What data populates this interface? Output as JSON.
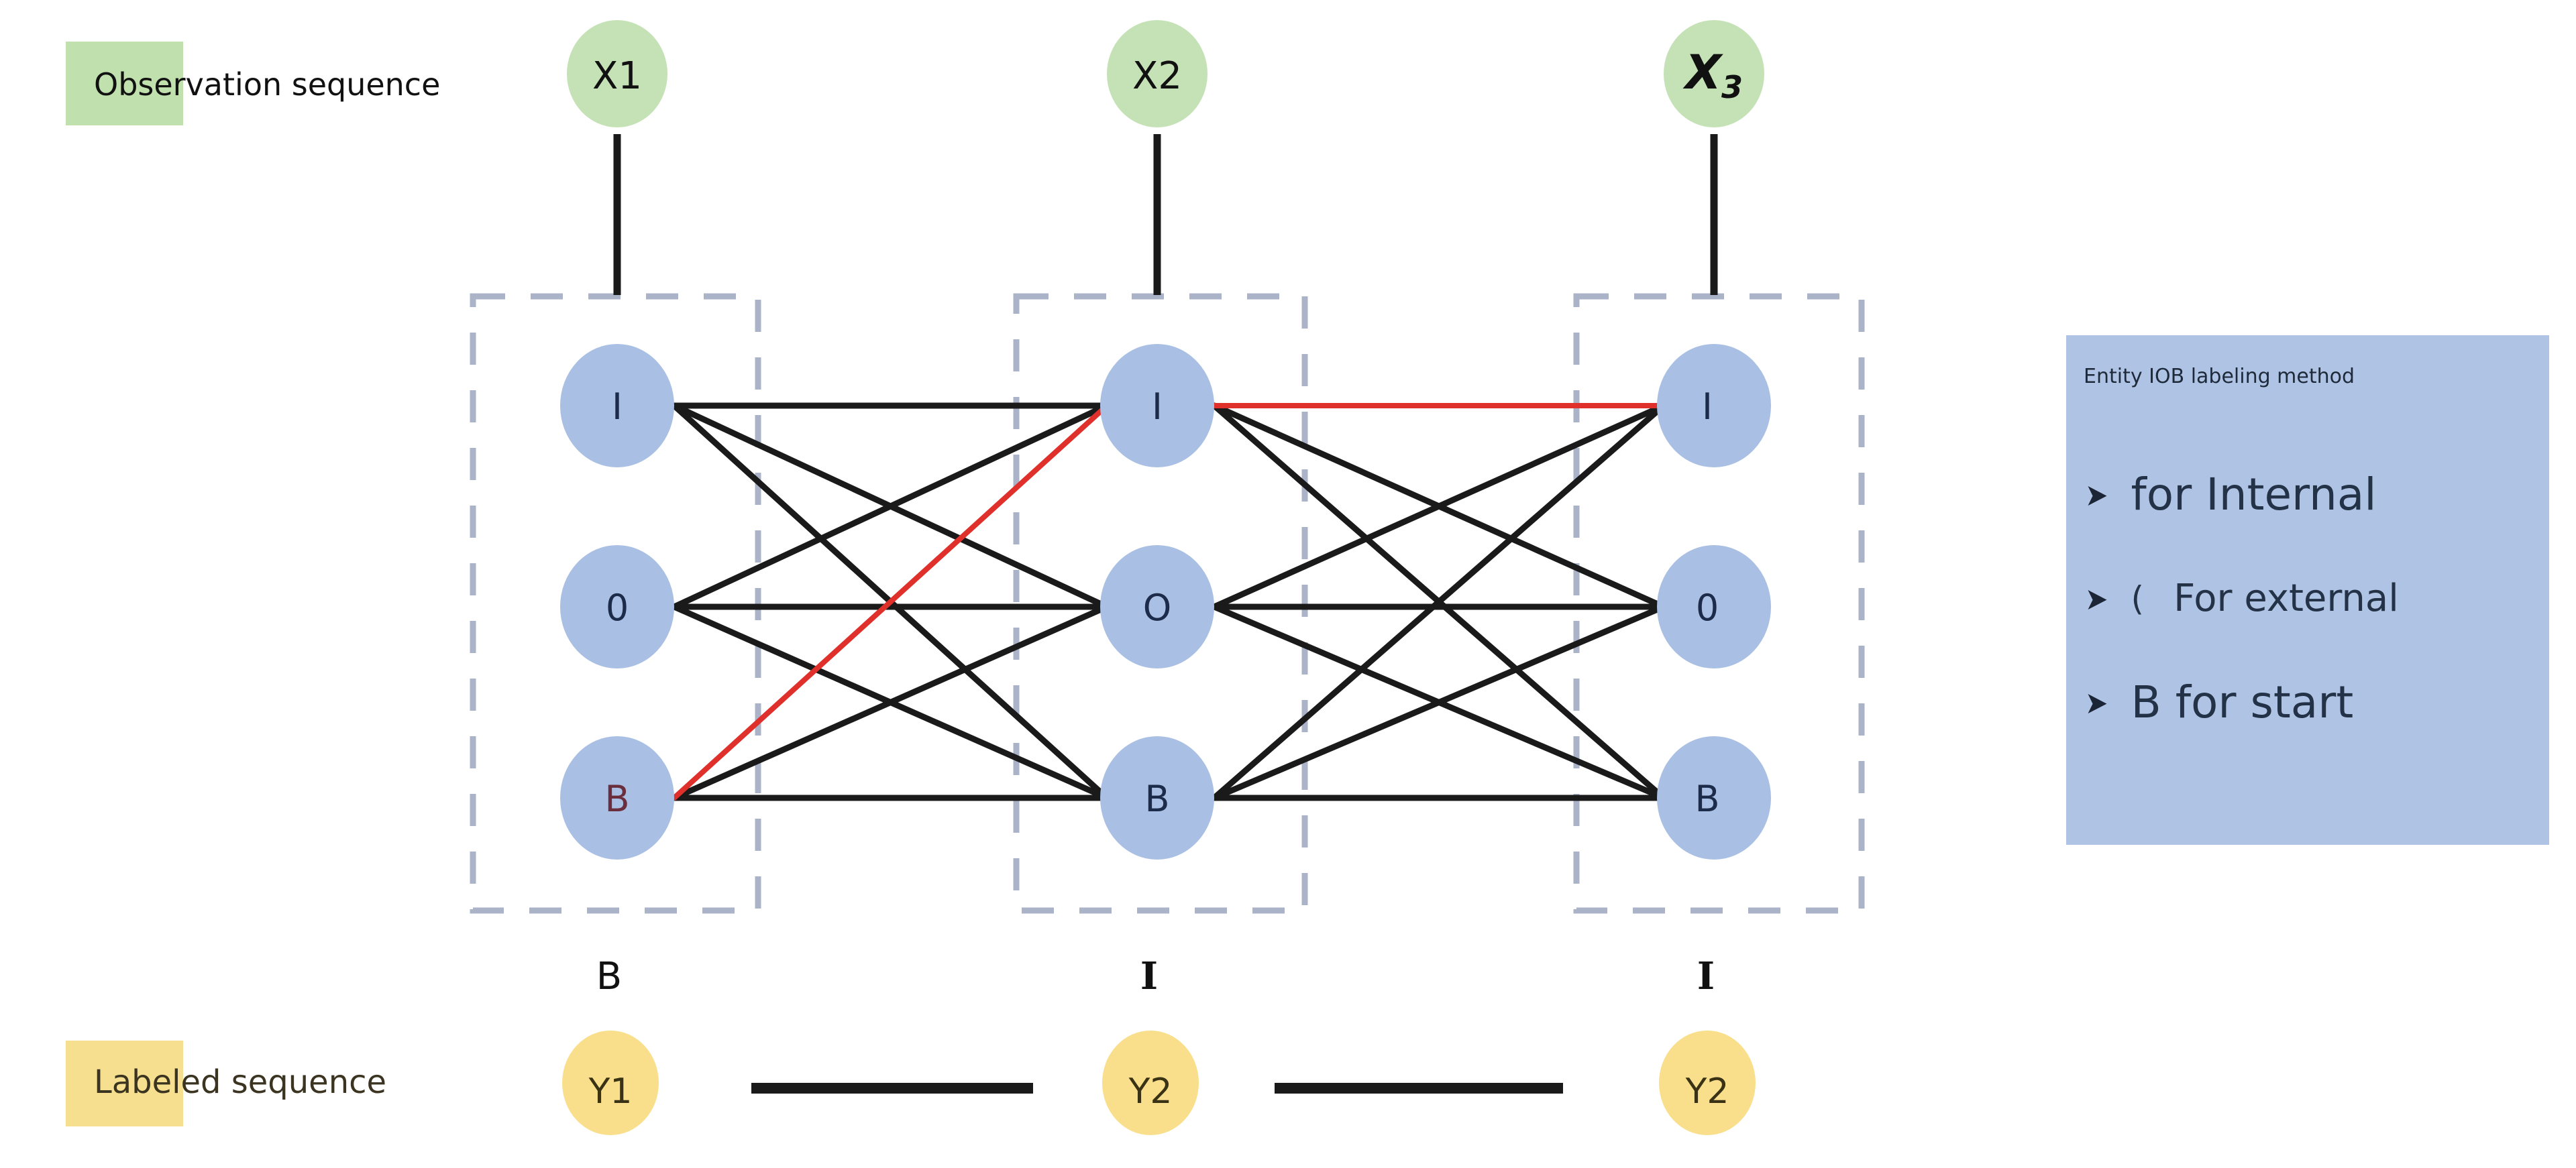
{
  "rows": {
    "observation_label": "Observation sequence",
    "labeled_label": "Labeled sequence"
  },
  "observations": [
    {
      "label": "X1",
      "style": "plain"
    },
    {
      "label": "X2",
      "style": "plain"
    },
    {
      "label": "X",
      "subscript": "3",
      "style": "bold-italic"
    }
  ],
  "states": [
    [
      "I",
      "0",
      "B"
    ],
    [
      "I",
      "O",
      "B"
    ],
    [
      "I",
      "0",
      "B"
    ]
  ],
  "state_order": [
    "I",
    "O",
    "B"
  ],
  "decoded_tags": [
    "B",
    "I",
    "I"
  ],
  "labels": [
    "Y1",
    "Y2",
    "Y2"
  ],
  "highlighted_path": [
    {
      "from_column": 0,
      "from_state": "B",
      "to_column": 1,
      "to_state": "I"
    },
    {
      "from_column": 1,
      "from_state": "I",
      "to_column": 2,
      "to_state": "I"
    }
  ],
  "legend": {
    "title": "Entity IOB labeling method",
    "items": [
      {
        "bullet": "➤",
        "prefix": "",
        "text": "for Internal"
      },
      {
        "bullet": "➤",
        "prefix": "(",
        "text": "For external"
      },
      {
        "bullet": "➤",
        "prefix": "",
        "text": "B for start"
      }
    ]
  },
  "colors": {
    "observation_fill": "#c5e2b6",
    "state_fill": "#a9bfe3",
    "label_fill": "#f9df8c",
    "observation_label_bg": "#c0e0ae",
    "labeled_label_bg": "#f6df8e",
    "legend_bg": "#afc4e5",
    "edge": "#1a1a1a",
    "highlight_edge": "#e0302b",
    "dashed_box": "#aab3c8",
    "text": "#111111",
    "state_text": "#1c2b4a"
  }
}
